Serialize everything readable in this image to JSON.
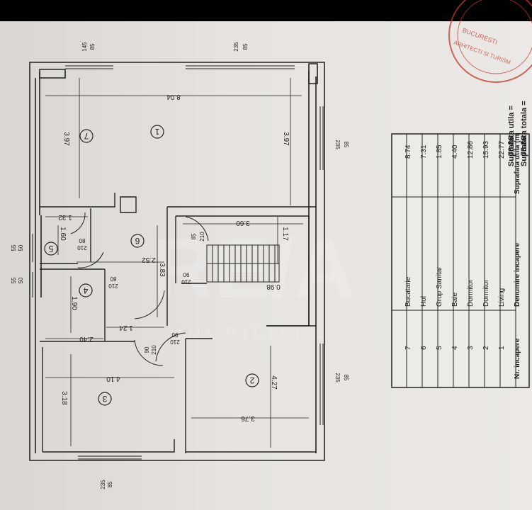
{
  "plan": {
    "rooms": [
      {
        "num": "1"
      },
      {
        "num": "2"
      },
      {
        "num": "3"
      },
      {
        "num": "4"
      },
      {
        "num": "5"
      },
      {
        "num": "6"
      },
      {
        "num": "7"
      }
    ],
    "dimensions": {
      "d804": "8.04",
      "d397a": "3.97",
      "d397b": "3.97",
      "d360": "3.60",
      "d117": "1.17",
      "d098": "0.98",
      "d252": "2.52",
      "d383": "3.83",
      "d124": "1.24",
      "d190": "1.90",
      "d240": "2.40",
      "d160": "1.60",
      "d132": "1.32",
      "d410": "4.10",
      "d318": "3.18",
      "d376": "3.76",
      "d427": "4.27"
    },
    "openings": {
      "w_top_left": {
        "a": "145",
        "b": "85"
      },
      "w_top_right": {
        "a": "235",
        "b": "85"
      },
      "w_right_1": {
        "a": "235",
        "b": "85"
      },
      "w_right_2": {
        "a": "235",
        "b": "85"
      },
      "w_bottom": {
        "a": "235",
        "b": "85"
      },
      "w_left_1": {
        "a": "55",
        "b": "50"
      },
      "w_left_2": {
        "a": "55",
        "b": "50"
      },
      "door_80a": {
        "a": "80",
        "b": "210"
      },
      "door_80b": {
        "a": "80",
        "b": "210"
      },
      "door_90a": {
        "a": "90",
        "b": "210"
      },
      "door_90b": {
        "a": "90",
        "b": "210"
      },
      "door_90c": {
        "a": "90",
        "b": "210"
      },
      "door_85": {
        "a": "85",
        "b": "210"
      }
    }
  },
  "table": {
    "headers": {
      "nr": "Nr. incapere",
      "name": "Denumire incapere",
      "area": "Suprafata utila (mp)"
    },
    "rows": [
      {
        "nr": "1",
        "name": "Living",
        "area": "22.77"
      },
      {
        "nr": "2",
        "name": "Dormitor",
        "area": "15.93"
      },
      {
        "nr": "3",
        "name": "Dormitor",
        "area": "12.86"
      },
      {
        "nr": "4",
        "name": "Baie",
        "area": "4.40"
      },
      {
        "nr": "5",
        "name": "Grup Sanitar",
        "area": "1.85"
      },
      {
        "nr": "6",
        "name": "Hol",
        "area": "7.31"
      },
      {
        "nr": "7",
        "name": "Bucatarie",
        "area": "8.74"
      }
    ],
    "totals": [
      {
        "label": "Suprafata utila =",
        "value": "73.86"
      },
      {
        "label": "Suprafata totala =",
        "value": "73.86"
      }
    ]
  },
  "watermark": {
    "mark": "RE/A",
    "sub": "IMOBILIARE"
  },
  "stamp": {
    "line1": "BUCURESTI",
    "line2": "ARHITECTI SI TURISM"
  },
  "colors": {
    "ink": "#222222",
    "paper": "#e6e3e0",
    "stamp": "#c0392b"
  }
}
